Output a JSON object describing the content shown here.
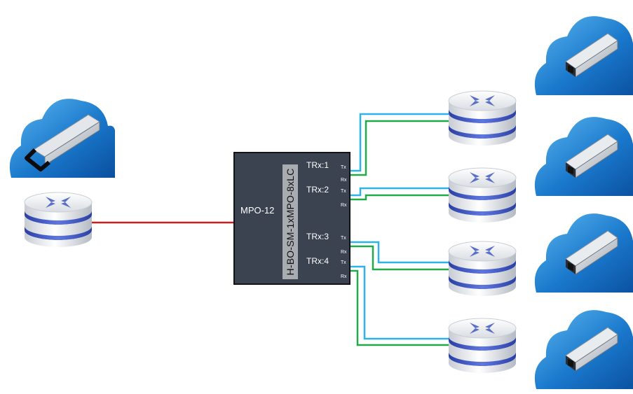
{
  "breakout": {
    "part_number": "H-BO-SM-1xMPO-8xLC",
    "mpo_label": "MPO-12",
    "trx": [
      {
        "label": "TRx:1",
        "tx": "Tx",
        "rx": "Rx"
      },
      {
        "label": "TRx:2",
        "tx": "Tx",
        "rx": "Rx"
      },
      {
        "label": "TRx:3",
        "tx": "Tx",
        "rx": "Rx"
      },
      {
        "label": "TRx:4",
        "tx": "Tx",
        "rx": "Rx"
      }
    ]
  },
  "colors": {
    "mpo_cable": "#cc1c1c",
    "tx_fiber": "#2fb2e8",
    "rx_fiber": "#21a94a",
    "box_fill": "#3b4250",
    "cloud_light": "#59b4ee",
    "cloud_dark": "#0a58a8"
  },
  "icons": {
    "left_cloud": "qsfp-transceiver-cloud-icon",
    "right_clouds": "sfp-transceiver-cloud-icon",
    "routers": "router-icon"
  }
}
